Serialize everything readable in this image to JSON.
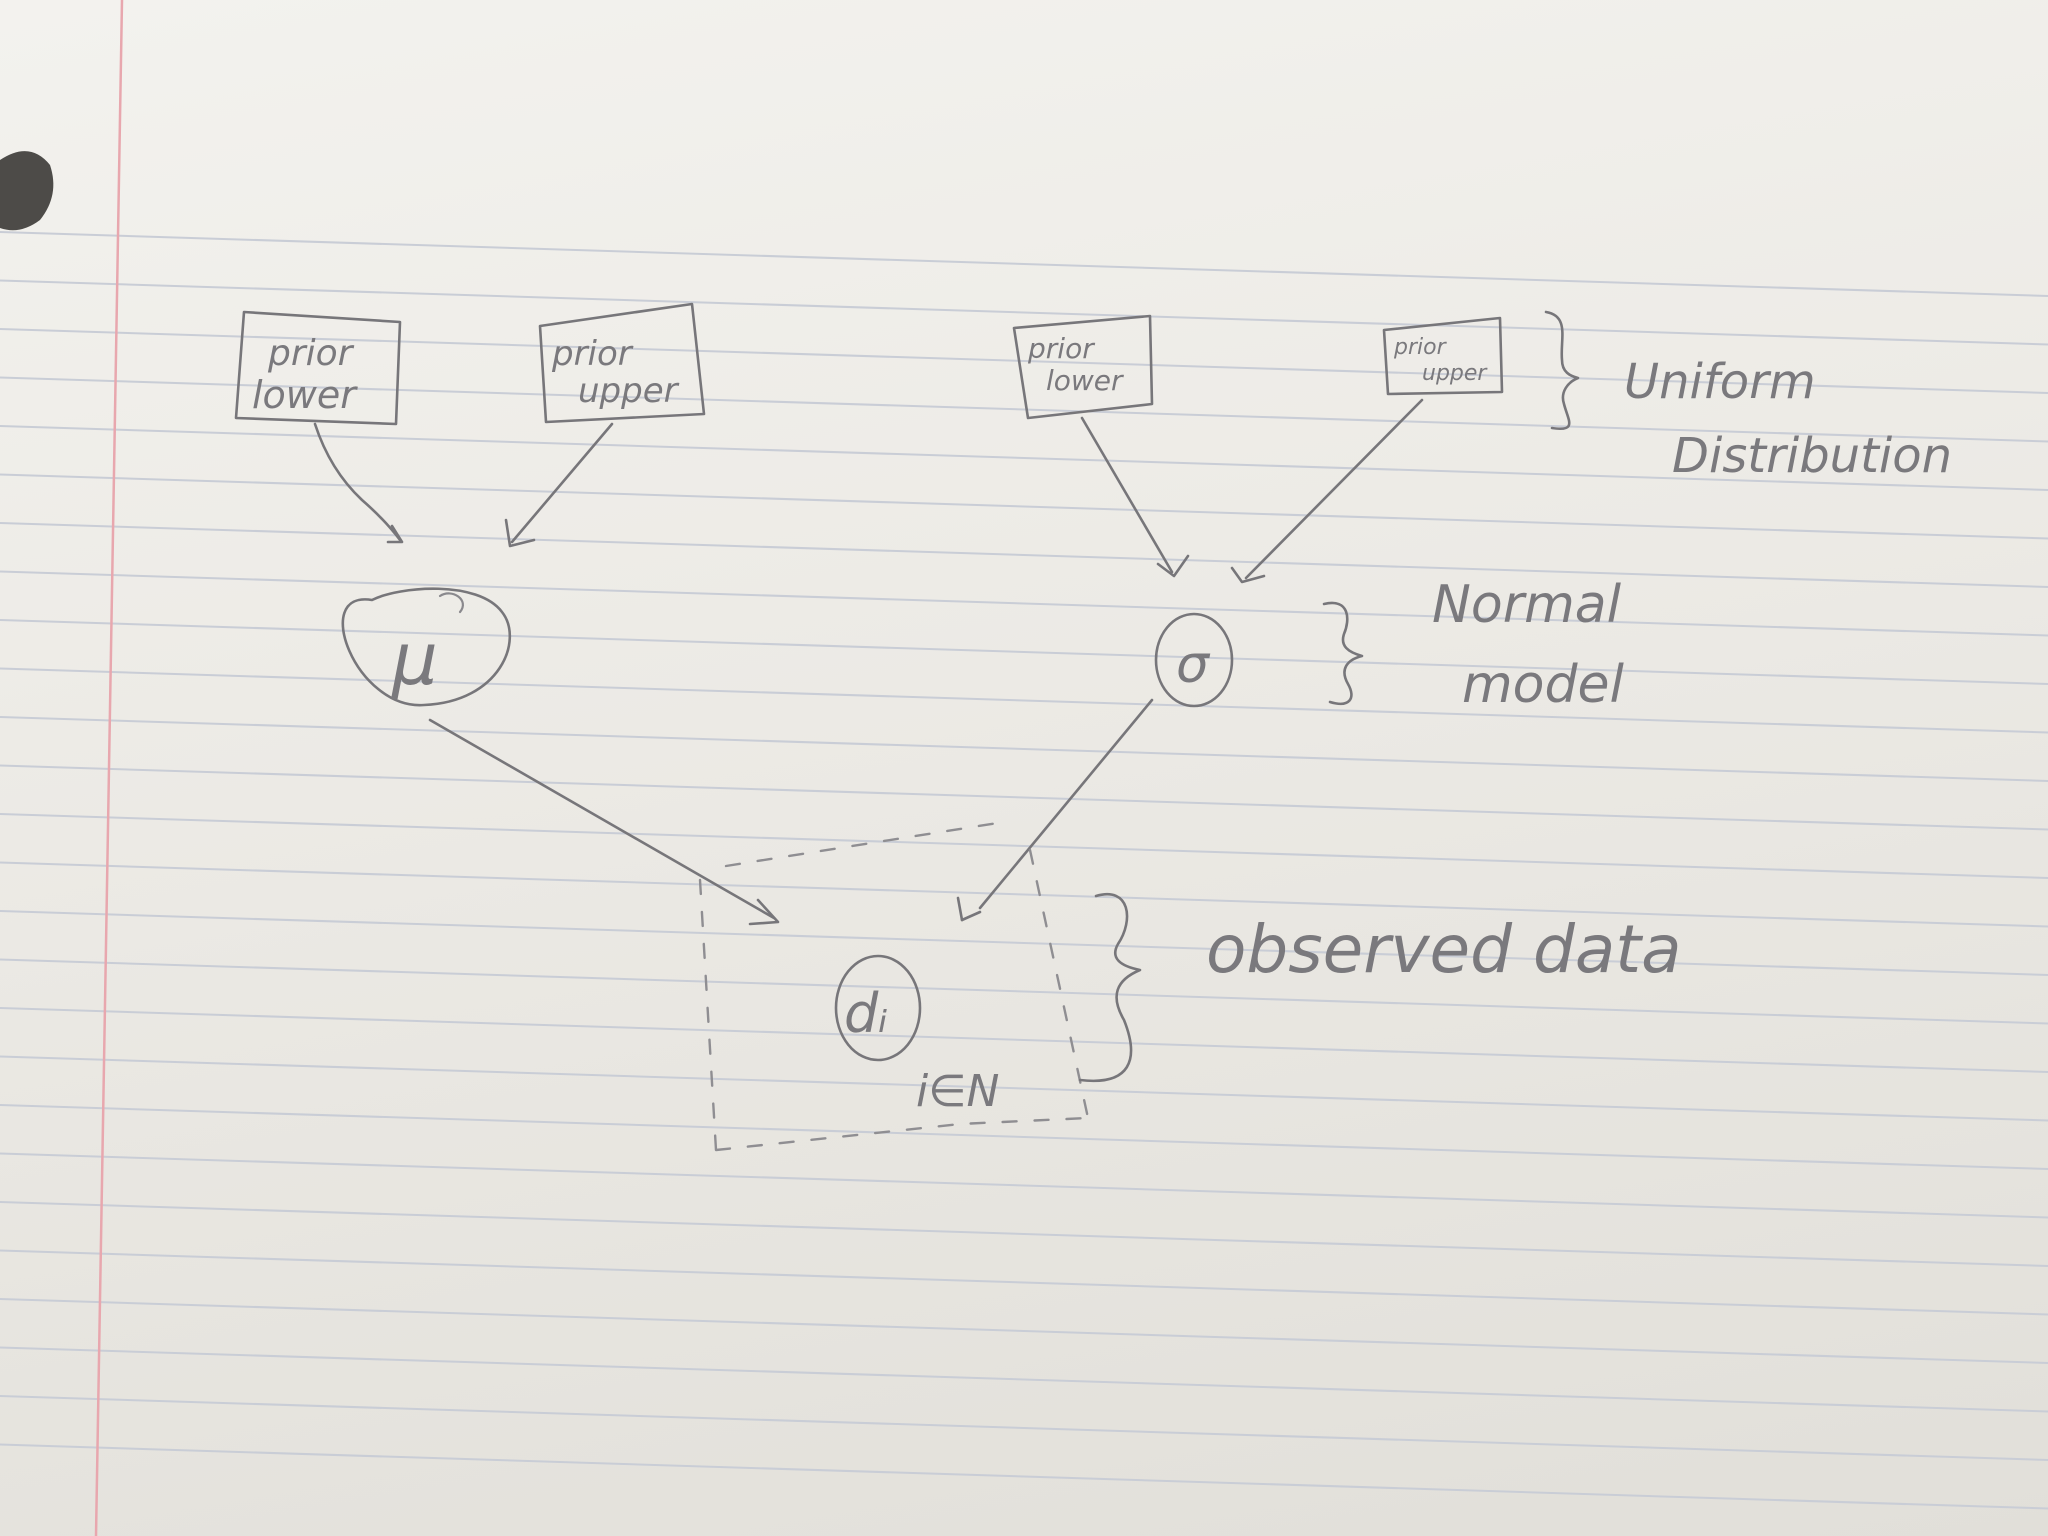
{
  "boxes": {
    "mu_lower": [
      "prior",
      "lower"
    ],
    "mu_upper": [
      "prior",
      "upper"
    ],
    "sigma_lower": [
      "prior",
      "lower"
    ],
    "sigma_upper": [
      "prior",
      "upper"
    ]
  },
  "nodes": {
    "mu": "μ",
    "sigma": "σ",
    "data": "dᵢ"
  },
  "plate_label": "i∈N",
  "annotations": {
    "uniform": [
      "Uniform",
      "Distribution"
    ],
    "normal": [
      "Normal",
      "model"
    ],
    "observed": "observed data"
  },
  "colors": {
    "pencil": "#77767a",
    "paper": "#f0efeb",
    "ruled_lines": "#c9cdd6",
    "margin_line": "#e8a7ae"
  }
}
